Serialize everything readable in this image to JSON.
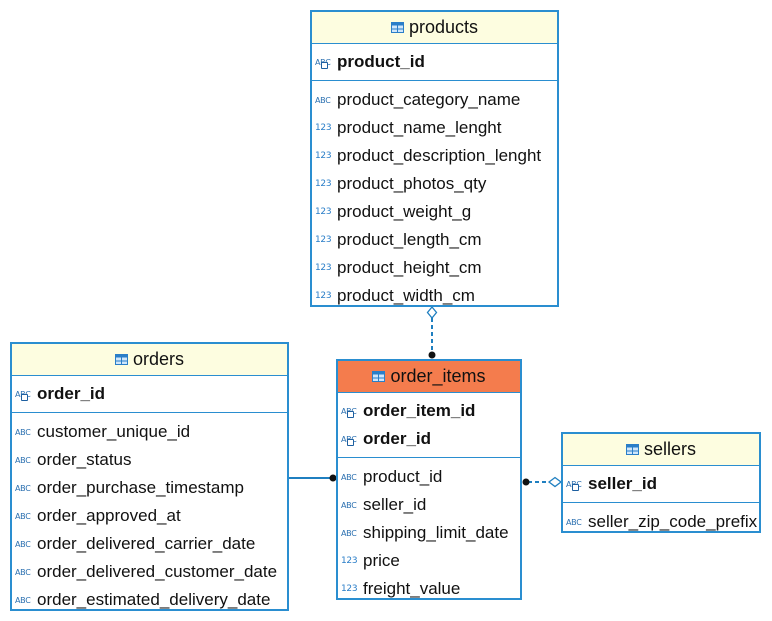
{
  "colors": {
    "border": "#2a8ed0",
    "header_fill": "#fdfde0",
    "highlight_header_fill": "#f47c4d",
    "connector": "#1f7fc0"
  },
  "type_icons": {
    "text": "ABC",
    "number": "123",
    "key": "ABC+key"
  },
  "entities": {
    "products": {
      "title": "products",
      "primary_keys": [
        {
          "name": "product_id",
          "type": "text"
        }
      ],
      "columns": [
        {
          "name": "product_category_name",
          "type": "text"
        },
        {
          "name": "product_name_lenght",
          "type": "number"
        },
        {
          "name": "product_description_lenght",
          "type": "number"
        },
        {
          "name": "product_photos_qty",
          "type": "number"
        },
        {
          "name": "product_weight_g",
          "type": "number"
        },
        {
          "name": "product_length_cm",
          "type": "number"
        },
        {
          "name": "product_height_cm",
          "type": "number"
        },
        {
          "name": "product_width_cm",
          "type": "number"
        }
      ]
    },
    "orders": {
      "title": "orders",
      "primary_keys": [
        {
          "name": "order_id",
          "type": "text"
        }
      ],
      "columns": [
        {
          "name": "customer_unique_id",
          "type": "text"
        },
        {
          "name": "order_status",
          "type": "text"
        },
        {
          "name": "order_purchase_timestamp",
          "type": "text"
        },
        {
          "name": "order_approved_at",
          "type": "text"
        },
        {
          "name": "order_delivered_carrier_date",
          "type": "text"
        },
        {
          "name": "order_delivered_customer_date",
          "type": "text"
        },
        {
          "name": "order_estimated_delivery_date",
          "type": "text"
        }
      ]
    },
    "order_items": {
      "title": "order_items",
      "primary_keys": [
        {
          "name": "order_item_id",
          "type": "text"
        },
        {
          "name": "order_id",
          "type": "text"
        }
      ],
      "columns": [
        {
          "name": "product_id",
          "type": "text"
        },
        {
          "name": "seller_id",
          "type": "text"
        },
        {
          "name": "shipping_limit_date",
          "type": "text"
        },
        {
          "name": "price",
          "type": "number"
        },
        {
          "name": "freight_value",
          "type": "number"
        }
      ]
    },
    "sellers": {
      "title": "sellers",
      "primary_keys": [
        {
          "name": "seller_id",
          "type": "text"
        }
      ],
      "columns": [
        {
          "name": "seller_zip_code_prefix",
          "type": "text"
        }
      ]
    }
  },
  "relationships": [
    {
      "from": "order_items",
      "to": "products",
      "style": "dashed"
    },
    {
      "from": "order_items",
      "to": "orders",
      "style": "solid"
    },
    {
      "from": "order_items",
      "to": "sellers",
      "style": "dashed"
    }
  ]
}
